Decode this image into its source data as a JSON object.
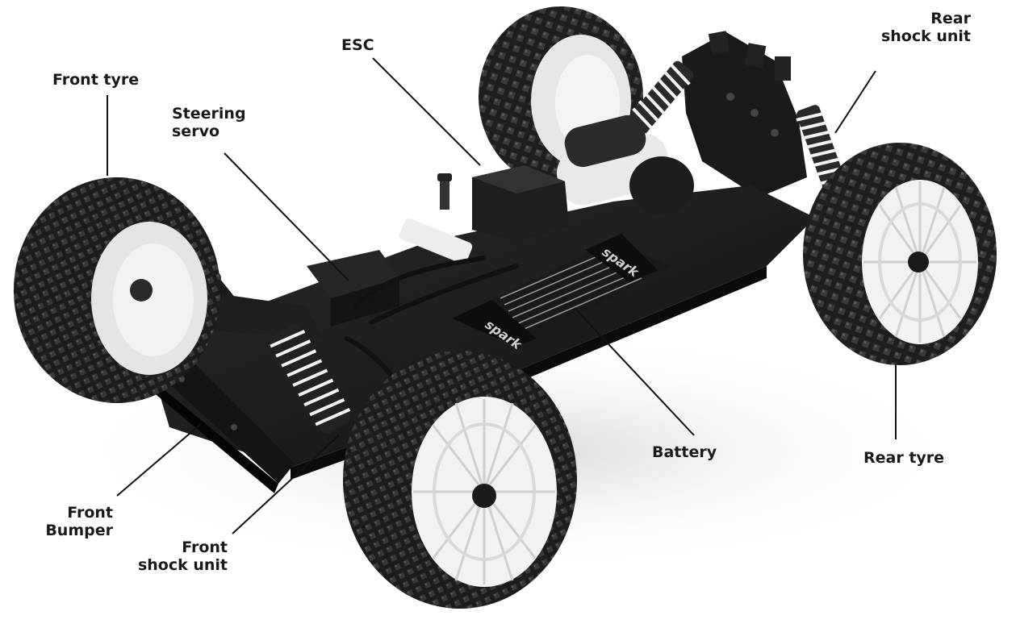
{
  "image": {
    "subject": "rc-buggy-chassis",
    "background_color": "#ffffff",
    "line_color": "#111111"
  },
  "labels": {
    "front_tyre": "Front tyre",
    "steering_servo": [
      "Steering",
      "servo"
    ],
    "esc": "ESC",
    "rear_shock_unit": [
      "Rear",
      "shock unit"
    ],
    "battery": "Battery",
    "rear_tyre": "Rear tyre",
    "front_bumper": [
      "Front",
      "Bumper"
    ],
    "front_shock_unit": [
      "Front",
      "shock unit"
    ]
  },
  "decal_text": "spark"
}
